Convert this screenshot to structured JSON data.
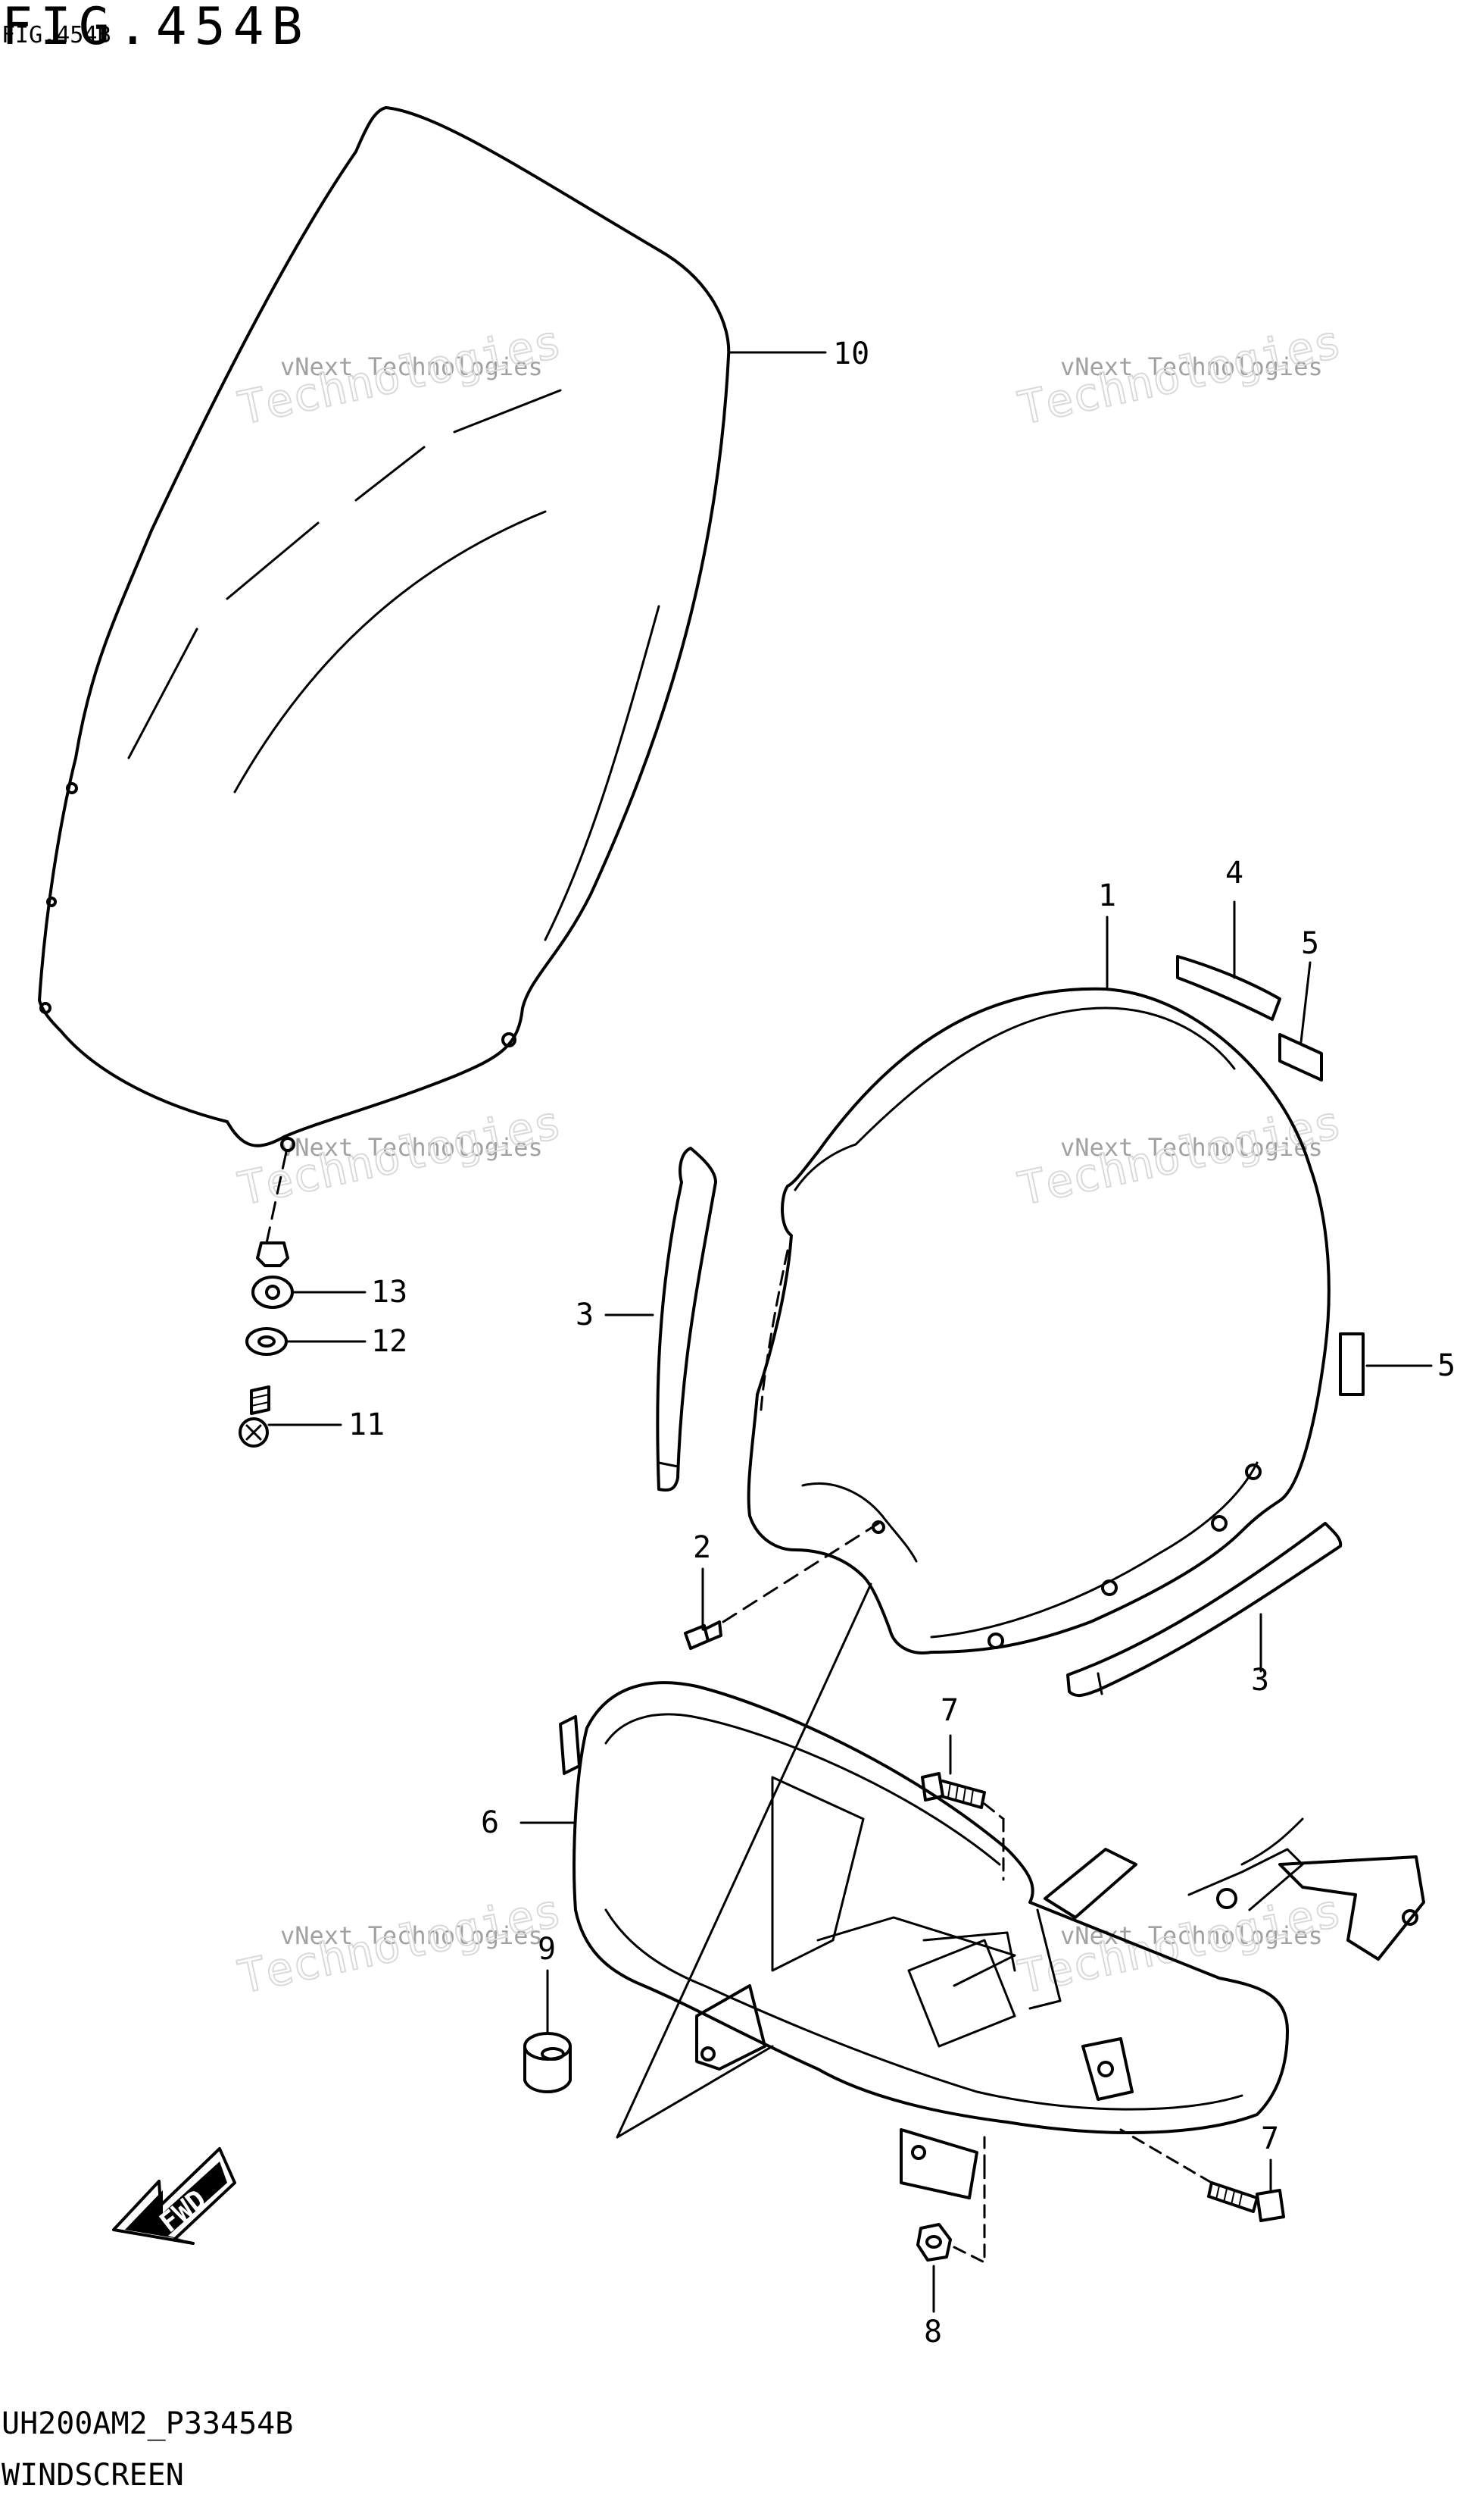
{
  "header": {
    "title": "FIG.454B",
    "subtitle": "FIG.454B"
  },
  "footer": {
    "model_code": "UH200AM2_P33454B",
    "section": "WINDSCREEN"
  },
  "watermark": {
    "line1": "vNext Technologies",
    "line2": "Technologies"
  },
  "fwd_label": "FWD",
  "callouts": [
    "1",
    "2",
    "3",
    "3",
    "4",
    "5",
    "5",
    "6",
    "7",
    "7",
    "8",
    "9",
    "10",
    "11",
    "12",
    "13"
  ]
}
